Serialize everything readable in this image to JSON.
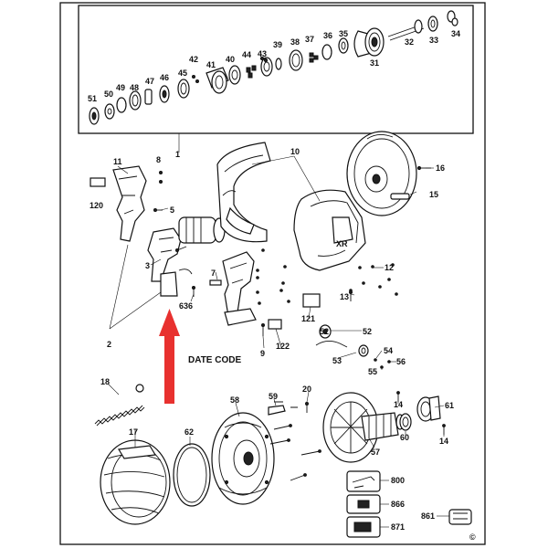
{
  "labels": {
    "l1": "1",
    "l2": "2",
    "l3": "3",
    "l5": "5",
    "l6": "6",
    "l7": "7",
    "l8": "8",
    "l9": "9",
    "l10": "10",
    "l11": "11",
    "l12": "12",
    "l13": "13",
    "l14a": "14",
    "l14b": "14",
    "l15": "15",
    "l16": "16",
    "l17": "17",
    "l18": "18",
    "l20": "20",
    "l31": "31",
    "l32": "32",
    "l33": "33",
    "l34": "34",
    "l35": "35",
    "l36": "36",
    "l37": "37",
    "l38": "38",
    "l39": "39",
    "l40": "40",
    "l41": "41",
    "l42": "42",
    "l43": "43",
    "l44": "44",
    "l45": "45",
    "l46": "46",
    "l47": "47",
    "l48": "48",
    "l49": "49",
    "l50": "50",
    "l51": "51",
    "l52": "52",
    "l53": "53",
    "l54": "54",
    "l55": "55",
    "l56": "56",
    "l57": "57",
    "l58": "58",
    "l59": "59",
    "l60": "60",
    "l61": "61",
    "l62": "62",
    "l63": "63",
    "l120": "120",
    "l121": "121",
    "l122": "122",
    "l800": "800",
    "l861": "861",
    "l866": "866",
    "l871": "871"
  },
  "date_code": "DATE CODE",
  "copyright_symbol": "©",
  "colors": {
    "arrow": "#e8312f",
    "line": "#111111"
  },
  "icons": [
    "copyright-icon",
    "red-arrow-icon"
  ]
}
